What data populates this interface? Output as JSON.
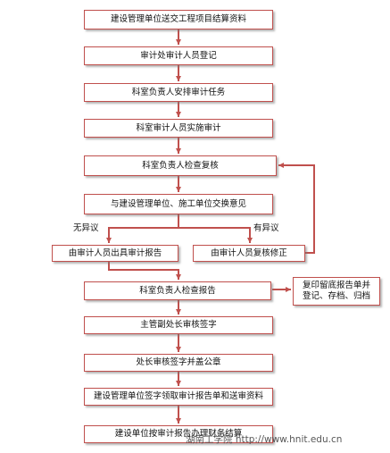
{
  "flow": {
    "step1": "建设管理单位送交工程项目结算资料",
    "step2": "审计处审计人员登记",
    "step3": "科室负责人安排审计任务",
    "step4": "科室审计人员实施审计",
    "step5": "科室负责人检查复核",
    "step6": "与建设管理单位、施工单位交换意见",
    "branch_left_label": "无异议",
    "branch_right_label": "有异议",
    "step7_left": "由审计人员出具审计报告",
    "step7_right": "由审计人员复核修正",
    "step8": "科室负责人检查报告",
    "step8_side": "复印留底报告单并\n登记、存档、归档",
    "step9": "主管副处长审核签字",
    "step10": "处长审核签字并盖公章",
    "step11": "建设管理单位签字领取审计报告单和送审资料",
    "step12": "建设单位按审计报告办理财务结算"
  },
  "watermark": "湖南工学院 http://www.hnit.edu.cn",
  "colors": {
    "line": "#c0504d",
    "arrow": "#c0504d"
  }
}
